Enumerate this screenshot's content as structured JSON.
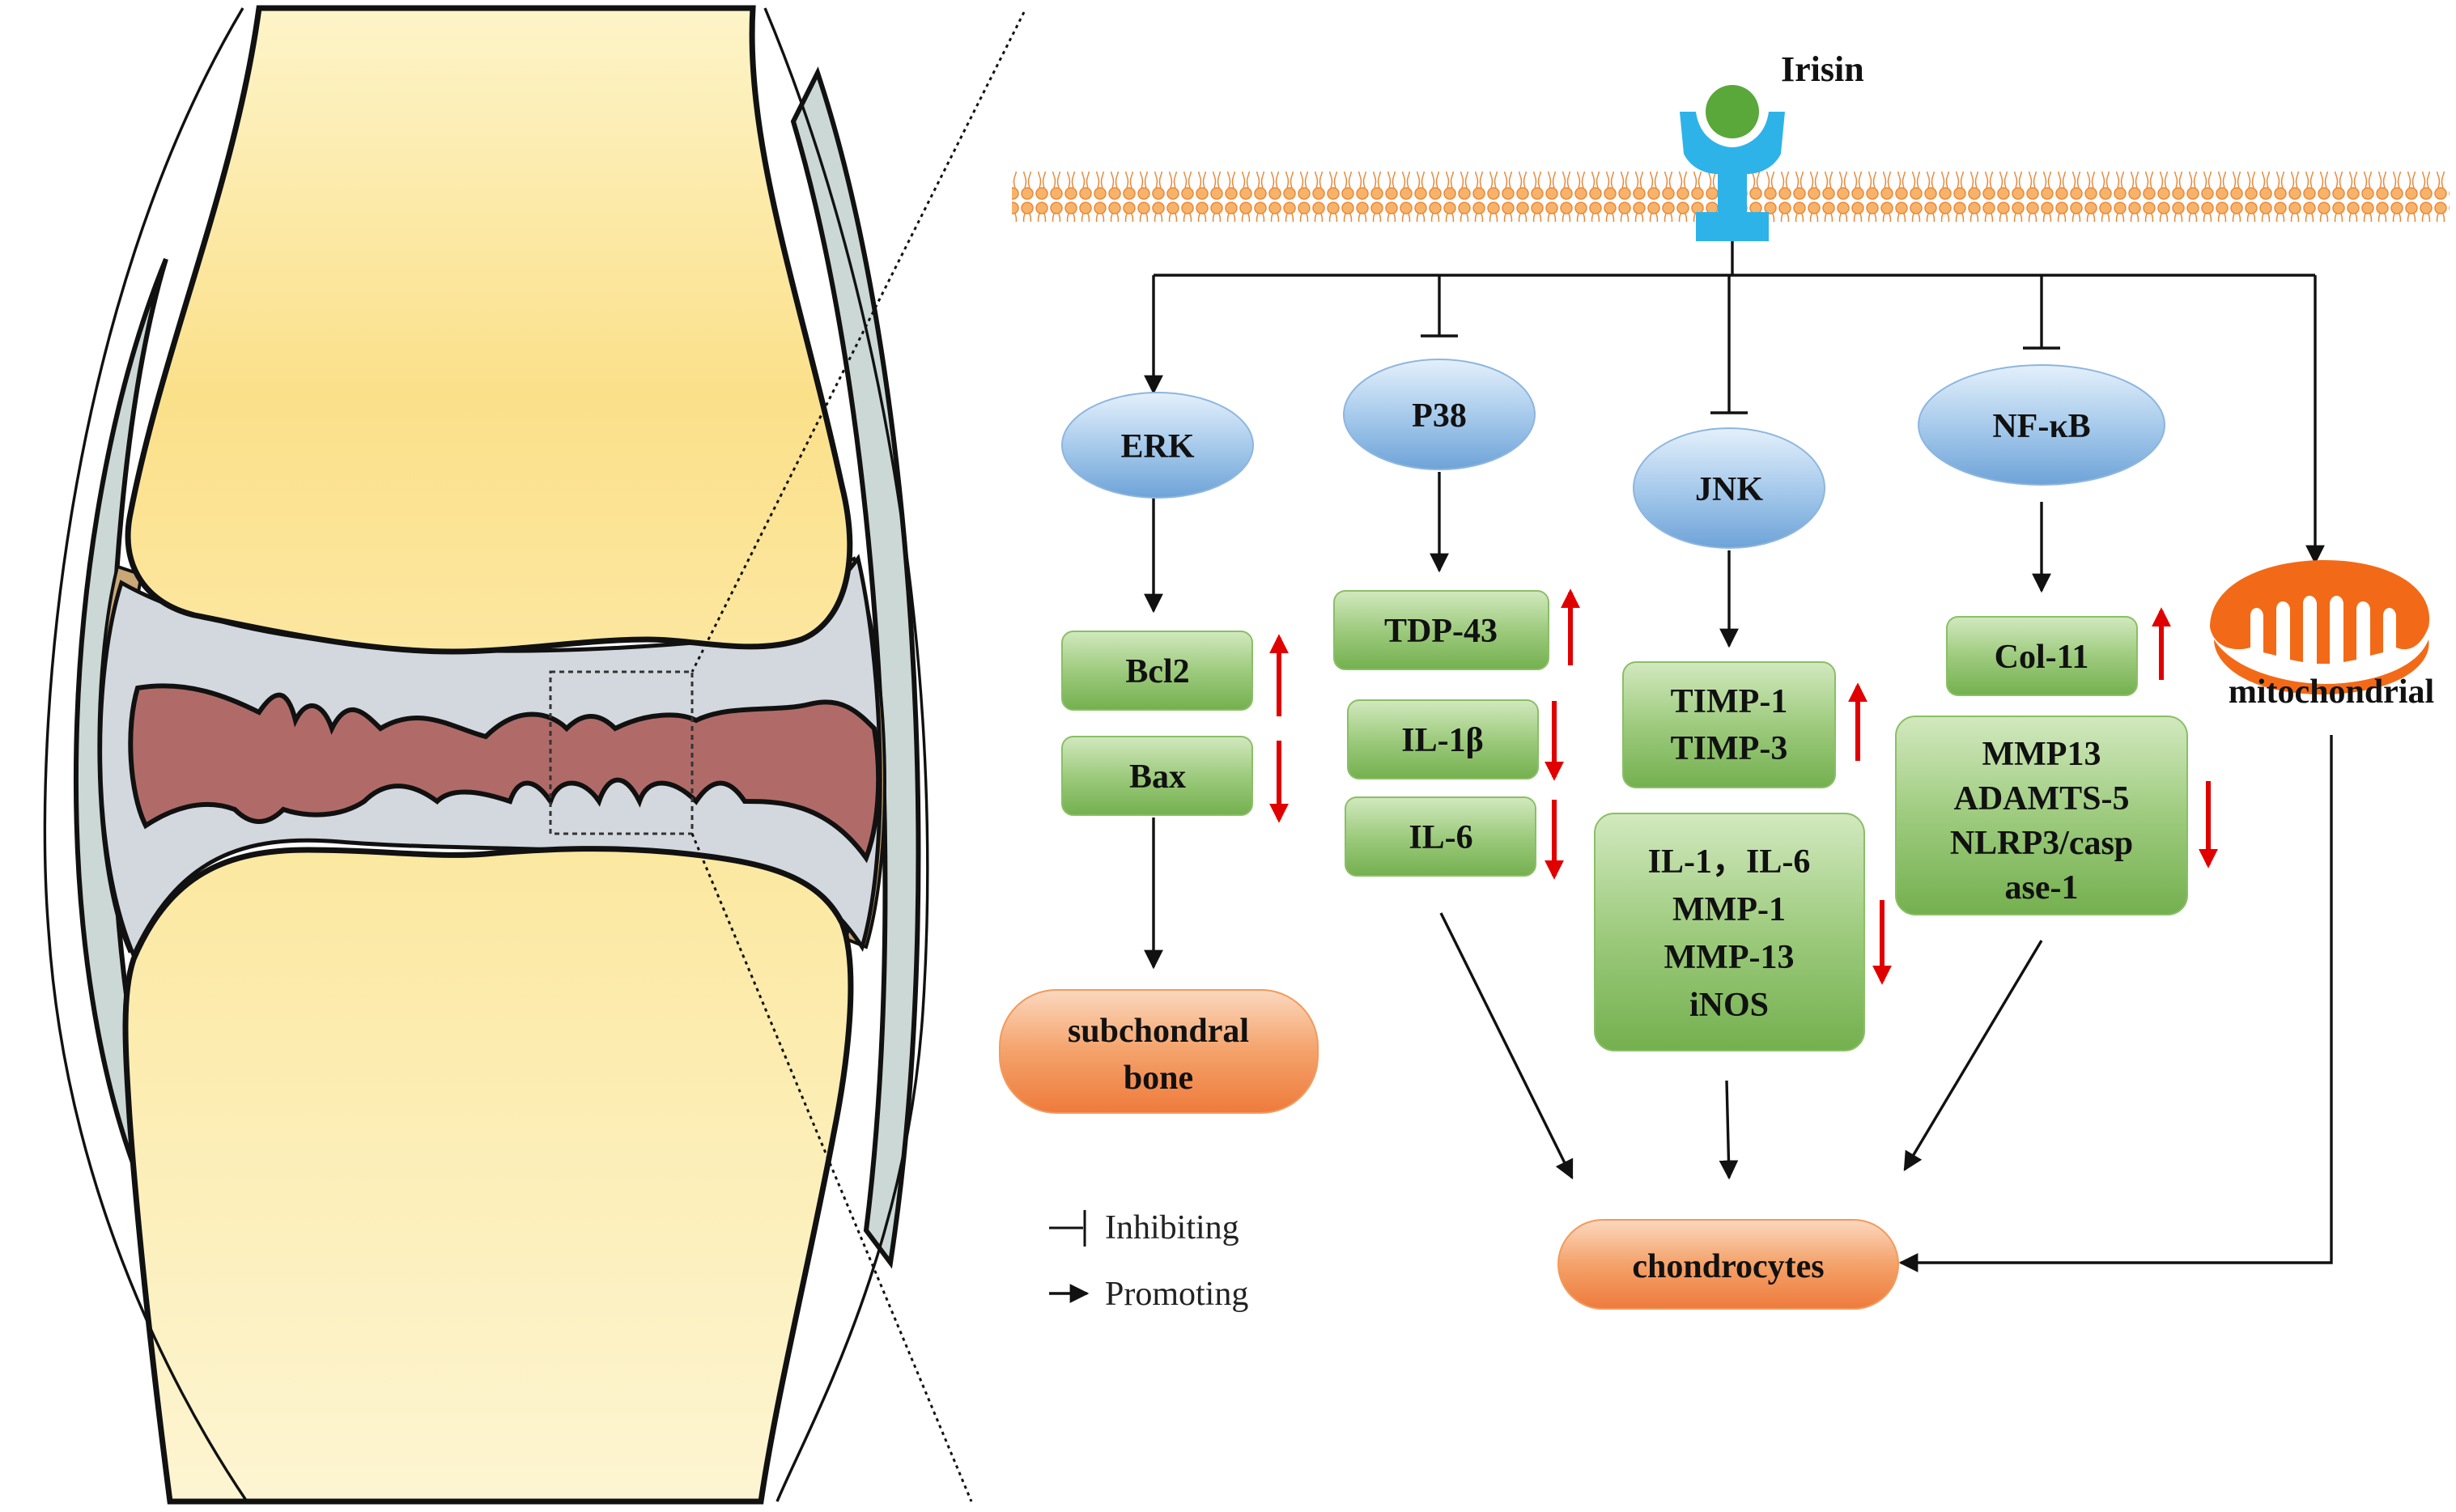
{
  "ligand": {
    "label": "Irisin"
  },
  "pathways": [
    {
      "id": "erk",
      "label": "ERK"
    },
    {
      "id": "p38",
      "label": "P38"
    },
    {
      "id": "jnk",
      "label": "JNK"
    },
    {
      "id": "nfkb",
      "label": "NF-κB"
    }
  ],
  "markers": {
    "bcl2": "Bcl2",
    "bax": "Bax",
    "tdp43": "TDP-43",
    "il1b": "IL-1β",
    "il6": "IL-6",
    "timp": [
      "TIMP-1",
      "TIMP-3"
    ],
    "jnk_down": [
      "IL-1，IL-6",
      "MMP-1",
      "MMP-13",
      "iNOS"
    ],
    "col11": "Col-11",
    "nfkb_down": [
      "MMP13",
      "ADAMTS-5",
      "NLRP3/casp",
      "ase-1"
    ]
  },
  "targets": {
    "subchondral": [
      "subchondral",
      "bone"
    ],
    "chondrocytes": "chondrocytes",
    "mitochondrial": "mitochondrial"
  },
  "legend": {
    "inhibiting": "Inhibiting",
    "promoting": "Promoting"
  },
  "colors": {
    "bone": "#fbe8a6",
    "cartilage_gray": "#d3d8df",
    "synovium": "#cbd8d6",
    "joint_space": "#b06b68",
    "capsule_tan": "#caa777",
    "membrane": "#f6a85a",
    "receptor": "#2eb3e8",
    "ligand": "#5aa83a",
    "pathway_node": "#a8cbec",
    "marker_box": "#9ecb7e",
    "target": "#f4a26a",
    "mitochondria": "#f26a17",
    "up_down_arrow": "#e00000"
  }
}
